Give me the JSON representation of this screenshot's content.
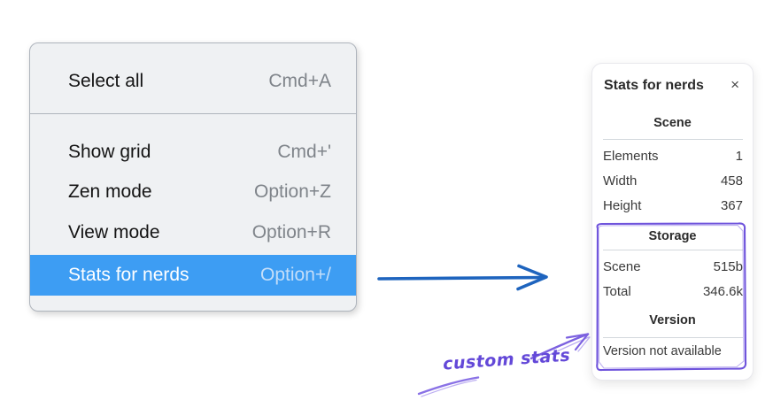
{
  "context_menu": {
    "items": [
      {
        "label": "Select all",
        "shortcut": "Cmd+A",
        "highlighted": false
      },
      {
        "label": "Show grid",
        "shortcut": "Cmd+'",
        "highlighted": false
      },
      {
        "label": "Zen mode",
        "shortcut": "Option+Z",
        "highlighted": false
      },
      {
        "label": "View mode",
        "shortcut": "Option+R",
        "highlighted": false
      },
      {
        "label": "Stats for nerds",
        "shortcut": "Option+/",
        "highlighted": true
      }
    ]
  },
  "stats_panel": {
    "title": "Stats for nerds",
    "close_icon": "×",
    "scene": {
      "heading": "Scene",
      "rows": [
        {
          "label": "Elements",
          "value": "1"
        },
        {
          "label": "Width",
          "value": "458"
        },
        {
          "label": "Height",
          "value": "367"
        }
      ]
    },
    "storage": {
      "heading": "Storage",
      "rows": [
        {
          "label": "Scene",
          "value": "515b"
        },
        {
          "label": "Total",
          "value": "346.6k"
        }
      ]
    },
    "version": {
      "heading": "Version",
      "note": "Version not available"
    }
  },
  "annotation": {
    "label": "custom stats"
  },
  "colors": {
    "menu_background": "#eff1f3",
    "menu_highlight": "#3d9df3",
    "menu_shortcut_gray": "#7f848a",
    "flow_arrow_blue": "#1e64be",
    "annotation_purple": "#6f54dc",
    "annotation_text_purple": "#6348d8",
    "panel_divider": "#d3d8dd"
  }
}
